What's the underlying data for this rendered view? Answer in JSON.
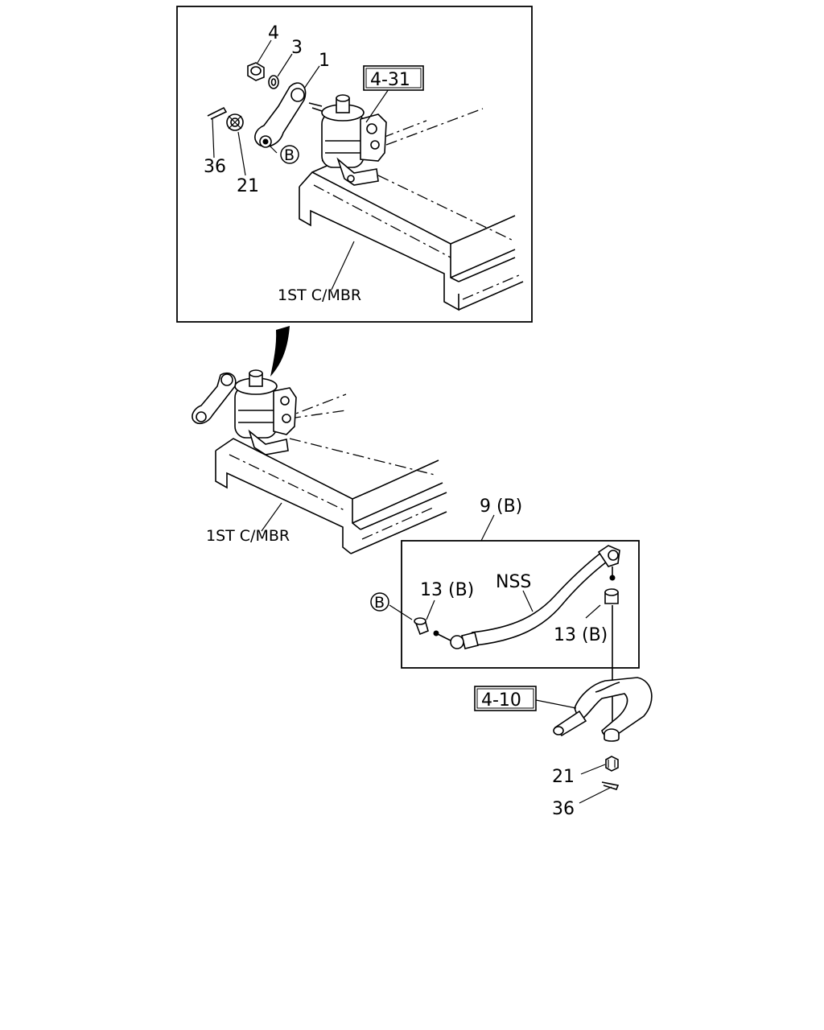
{
  "callouts": {
    "top": {
      "p4": "4",
      "p3": "3",
      "p1": "1",
      "p36": "36",
      "p21": "21",
      "ref": "4-31",
      "circle_b": "B",
      "member": "1ST C/MBR"
    },
    "middle": {
      "member": "1ST C/MBR"
    },
    "rod": {
      "p9": "9 (B)",
      "p13a": "13 (B)",
      "p13b": "13 (B)",
      "nss": "NSS",
      "circle_b": "B",
      "ref": "4-10",
      "p21": "21",
      "p36": "36"
    }
  }
}
